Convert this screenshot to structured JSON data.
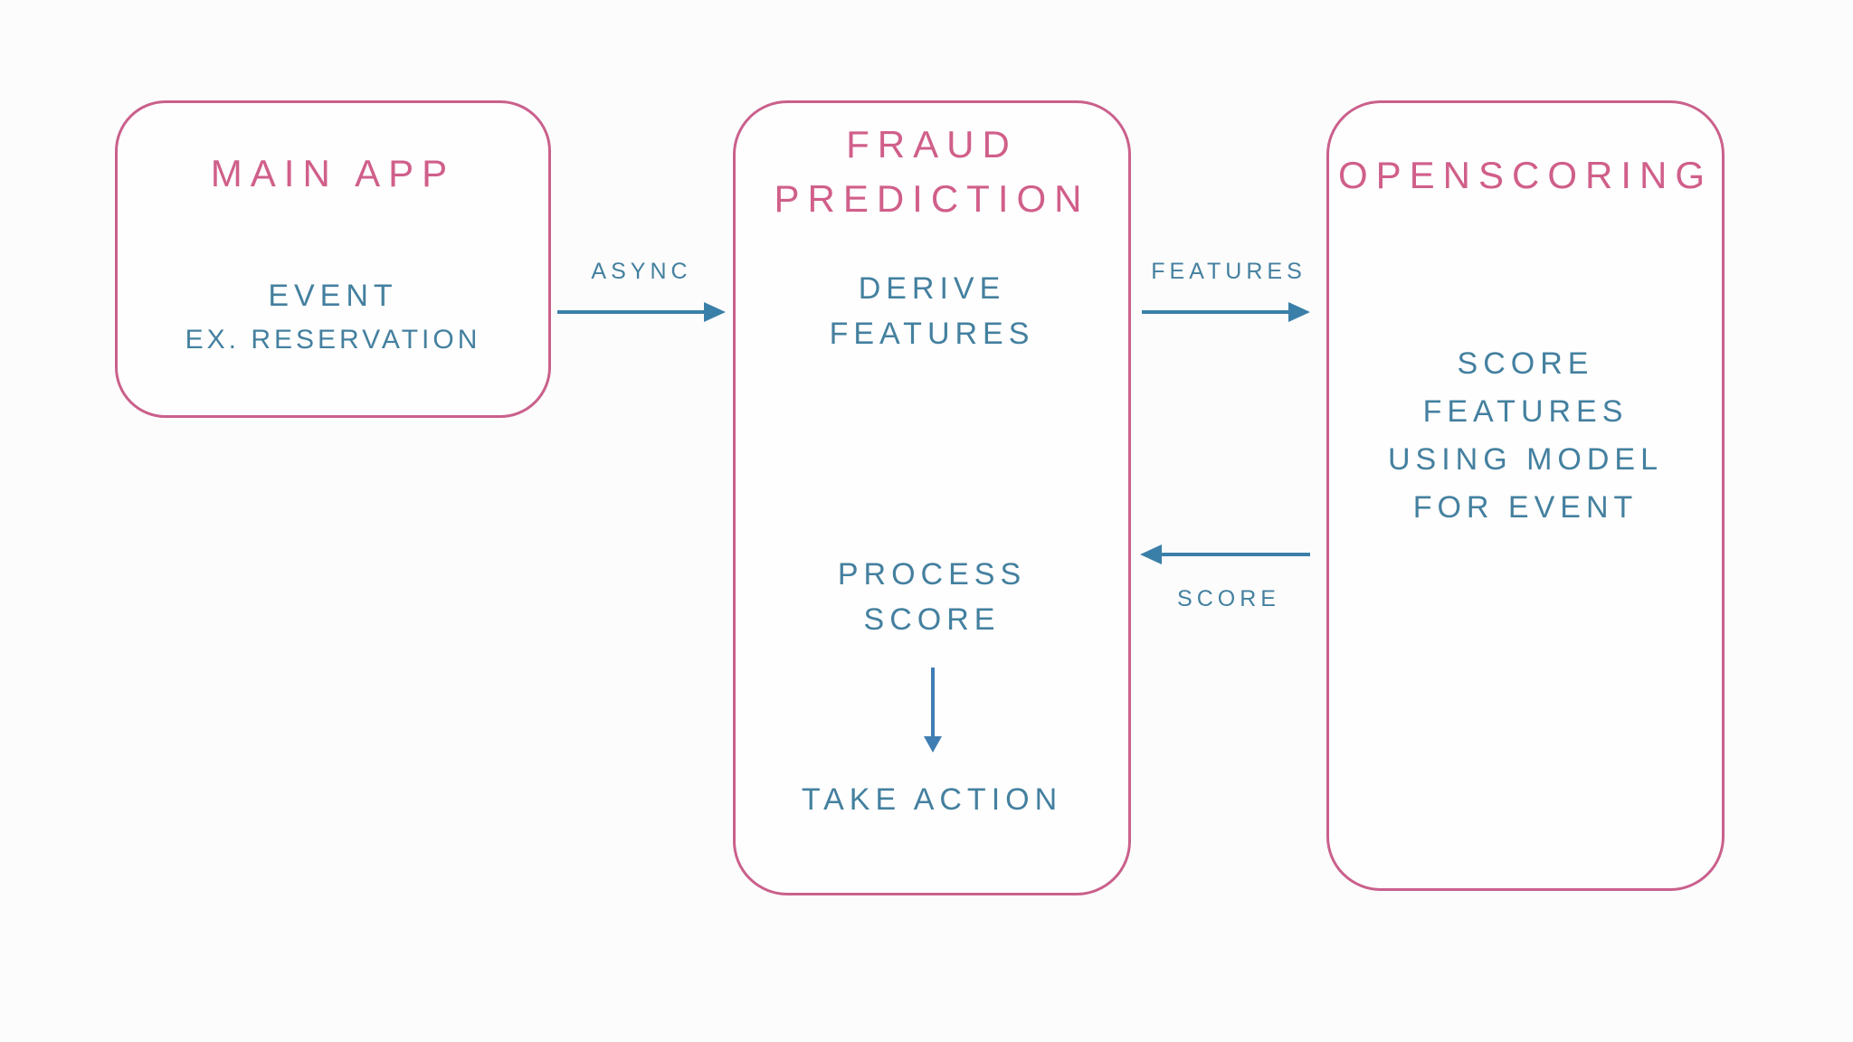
{
  "diagram": {
    "colors": {
      "box_border": "#ca608c",
      "title_text": "#d05f8a",
      "body_text": "#44809f",
      "arrow": "#3a7fa8"
    },
    "boxes": {
      "main_app": {
        "title": "MAIN APP",
        "body_lines": [
          "EVENT",
          "EX. RESERVATION"
        ]
      },
      "fraud_prediction": {
        "title_lines": [
          "FRAUD",
          "PREDICTION"
        ],
        "derive_lines": [
          "DERIVE",
          "FEATURES"
        ],
        "process_lines": [
          "PROCESS",
          "SCORE"
        ],
        "take_action": "TAKE ACTION"
      },
      "openscoring": {
        "title": "OPENSCORING",
        "body_lines": [
          "SCORE",
          "FEATURES",
          "USING MODEL",
          "FOR EVENT"
        ]
      }
    },
    "arrows": {
      "async": {
        "label": "ASYNC",
        "from": "main_app",
        "to": "fraud_prediction",
        "direction": "right"
      },
      "features": {
        "label": "FEATURES",
        "from": "fraud_prediction",
        "to": "openscoring",
        "direction": "right"
      },
      "score": {
        "label": "SCORE",
        "from": "openscoring",
        "to": "fraud_prediction",
        "direction": "left"
      },
      "process_to_take_action": {
        "label": "",
        "from": "process_score",
        "to": "take_action",
        "direction": "down"
      }
    }
  }
}
